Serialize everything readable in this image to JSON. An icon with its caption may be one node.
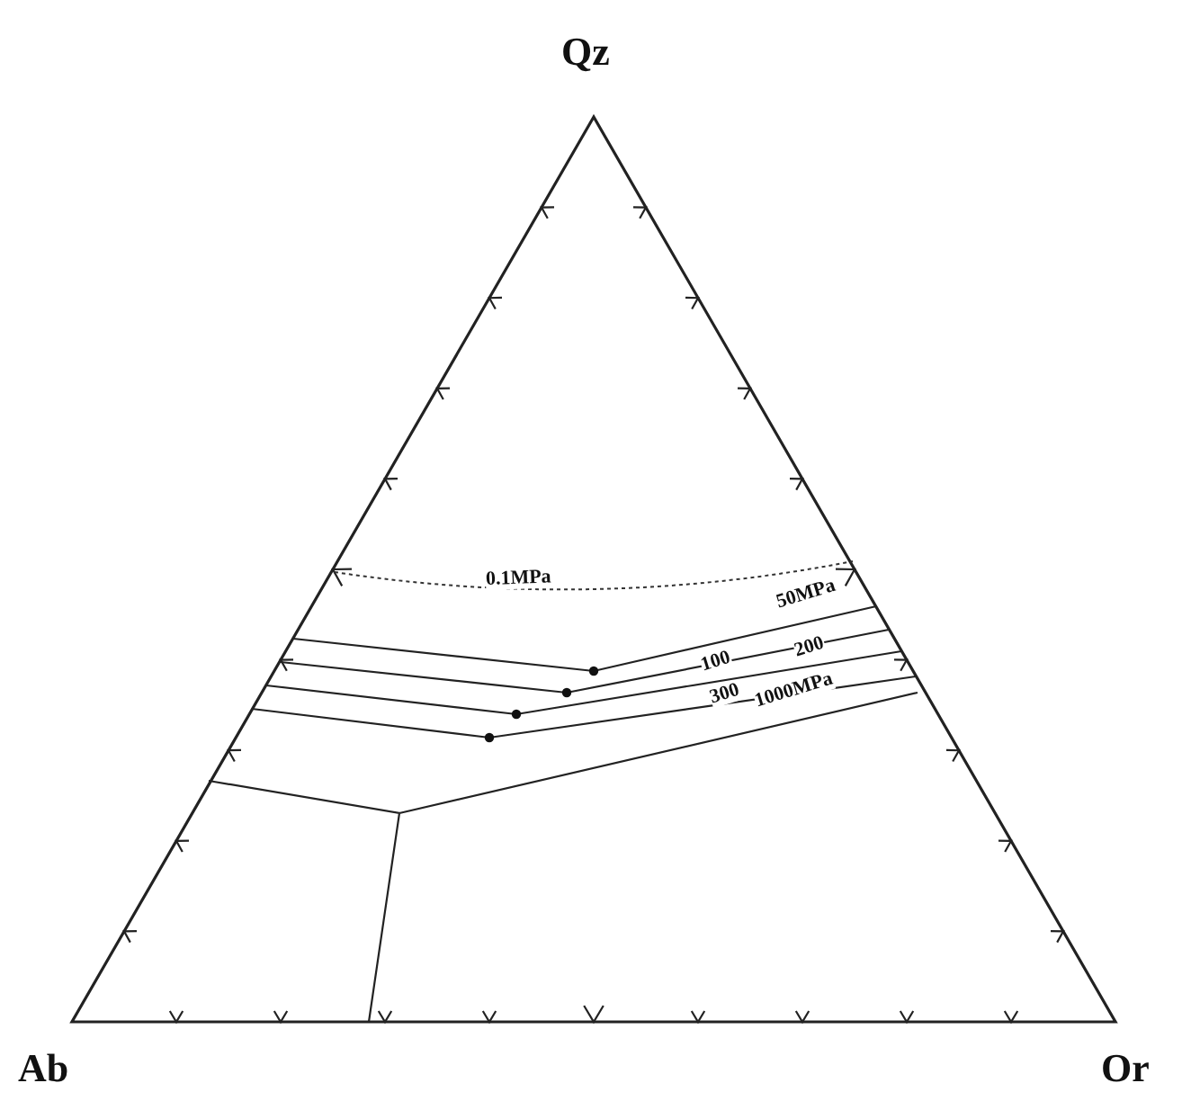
{
  "diagram": {
    "labels": [
      "Qz",
      "0.1MPa",
      "50MPa",
      "100",
      "200",
      "300",
      "1000MPa",
      "Ab",
      "Or"
    ]
  }
}
